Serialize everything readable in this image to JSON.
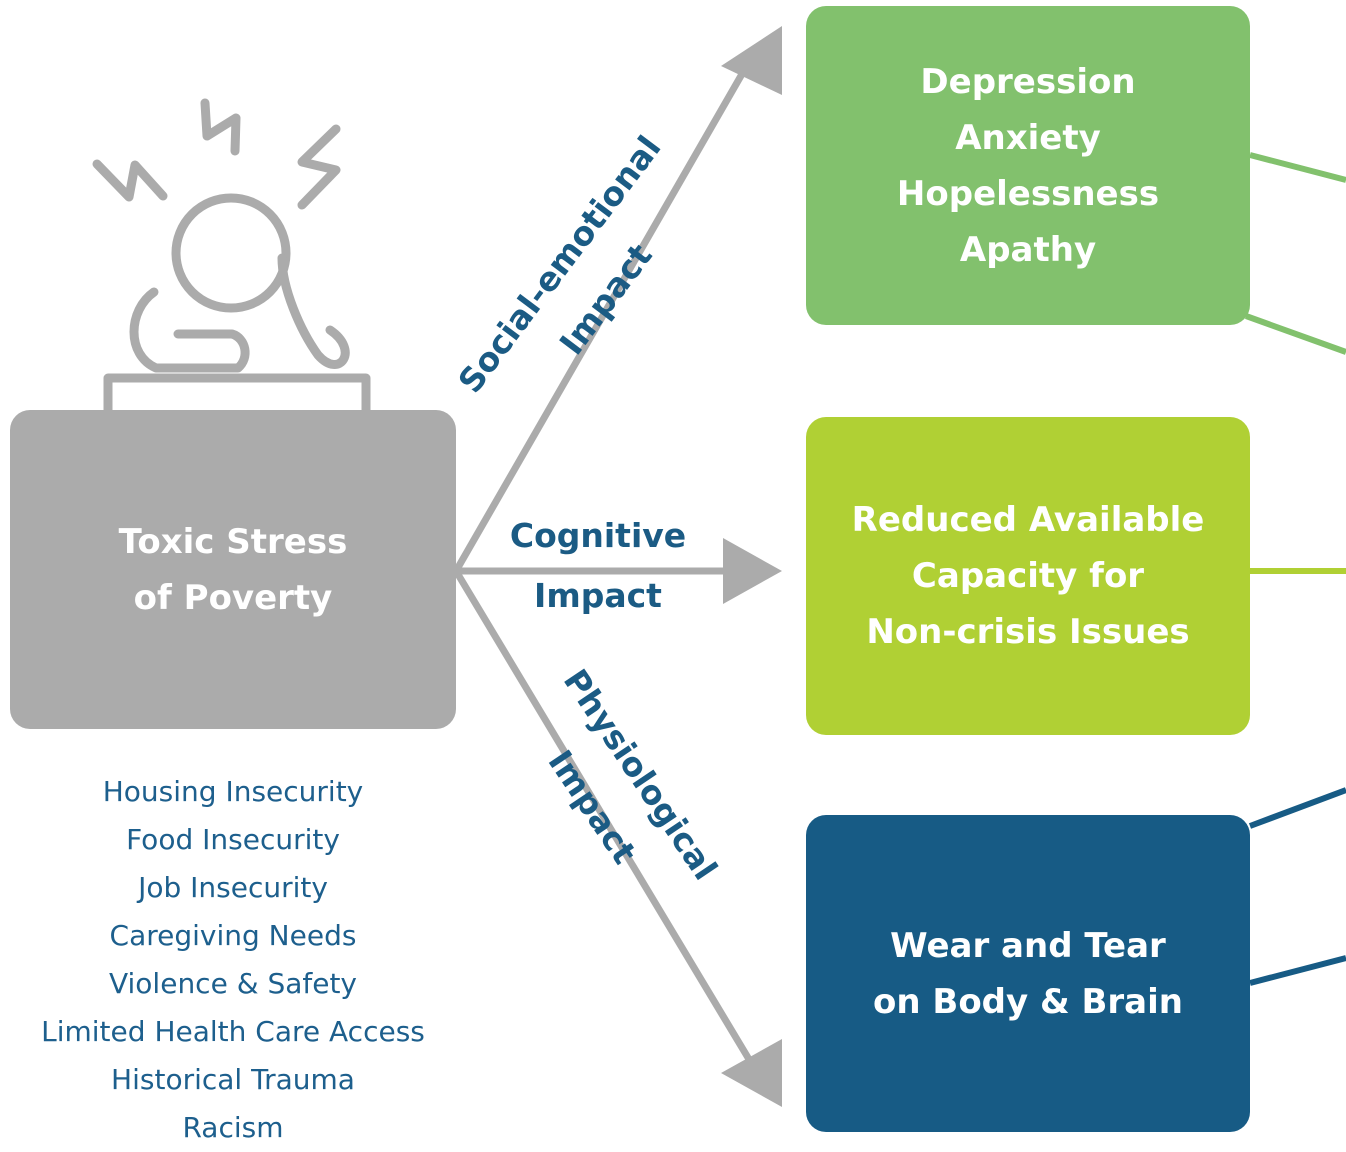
{
  "source": {
    "title_lines": [
      "Toxic Stress",
      "of Poverty"
    ],
    "icon": "stressed-person-icon"
  },
  "impacts": {
    "social_emotional": {
      "label_lines": [
        "Social-emotional",
        "Impact"
      ],
      "outcomes": [
        "Depression",
        "Anxiety",
        "Hopelessness",
        "Apathy"
      ]
    },
    "cognitive": {
      "label_lines": [
        "Cognitive",
        "Impact"
      ],
      "outcomes": [
        "Reduced Available",
        "Capacity for",
        "Non-crisis Issues"
      ]
    },
    "physiological": {
      "label_lines": [
        "Physiological",
        "Impact"
      ],
      "outcomes": [
        "Wear and Tear",
        "on Body & Brain"
      ]
    }
  },
  "stressors": [
    "Housing Insecurity",
    "Food Insecurity",
    "Job Insecurity",
    "Caregiving Needs",
    "Violence & Safety",
    "Limited Health Care Access",
    "Historical Trauma",
    "Racism"
  ],
  "colors": {
    "source_box": "#ababab",
    "social_emotional_box": "#82c16d",
    "cognitive_box": "#b0d034",
    "physiological_box": "#175b85",
    "arrow": "#ababab",
    "label_text": "#1b5b84",
    "stressor_text": "#1d5f8d"
  }
}
